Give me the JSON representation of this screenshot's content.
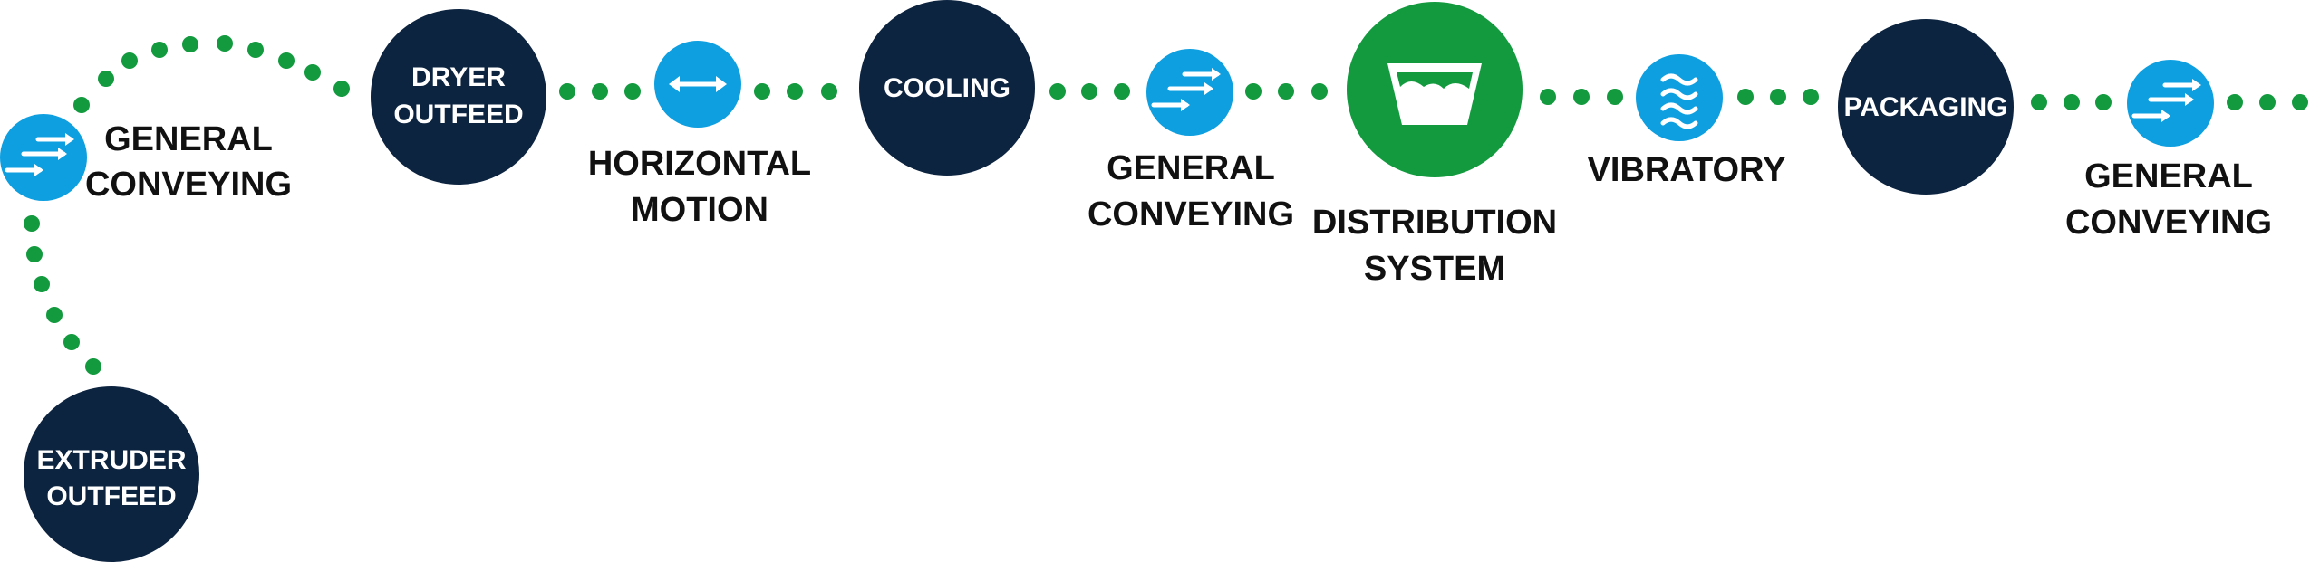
{
  "colors": {
    "dark_node": "#0d2440",
    "conveying_node": "#0e9fe0",
    "distribution_node": "#139a3f",
    "dot": "#139a3f"
  },
  "nodes": {
    "extruder_outfeed": {
      "line1": "EXTRUDER",
      "line2": "OUTFEED"
    },
    "dryer_outfeed": {
      "line1": "DRYER",
      "line2": "OUTFEED"
    },
    "cooling": {
      "line1": "COOLING"
    },
    "packaging": {
      "line1": "PACKAGING"
    }
  },
  "labels": {
    "general_conveying_1": {
      "line1": "GENERAL",
      "line2": "CONVEYING"
    },
    "horizontal_motion": {
      "line1": "HORIZONTAL",
      "line2": "MOTION"
    },
    "general_conveying_2": {
      "line1": "GENERAL",
      "line2": "CONVEYING"
    },
    "distribution_system": {
      "line1": "DISTRIBUTION",
      "line2": "SYSTEM"
    },
    "vibratory": {
      "line1": "VIBRATORY"
    },
    "general_conveying_3": {
      "line1": "GENERAL",
      "line2": "CONVEYING"
    }
  },
  "icons": {
    "conveying": "conveying-arrows-icon",
    "horizontal": "double-arrow-icon",
    "distribution": "bin-icon",
    "vibratory": "wave-icon"
  }
}
